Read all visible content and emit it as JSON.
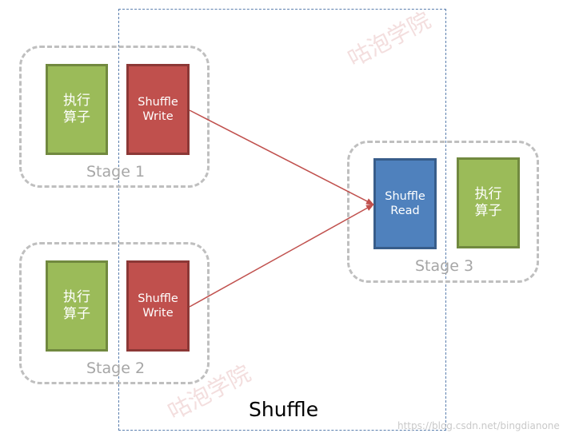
{
  "stages": [
    {
      "label": "Stage 1",
      "operator": "执行\n算子",
      "shuffle": "Shuffle\nWrite"
    },
    {
      "label": "Stage 2",
      "operator": "执行\n算子",
      "shuffle": "Shuffle\nWrite"
    },
    {
      "label": "Stage 3",
      "operator": "执行\n算子",
      "shuffle": "Shuffle\nRead"
    }
  ],
  "shuffle_region_label": "Shuffle",
  "watermark": "咕泡学院",
  "source_url": "https://blog.csdn.net/bingdianone",
  "colors": {
    "operator": "#9bbb59",
    "shuffle_write": "#c0504d",
    "shuffle_read": "#4f81bd",
    "arrow": "#c0504d",
    "stage_border": "#bfbfbf",
    "shuffle_region_border": "#5b7fae"
  }
}
